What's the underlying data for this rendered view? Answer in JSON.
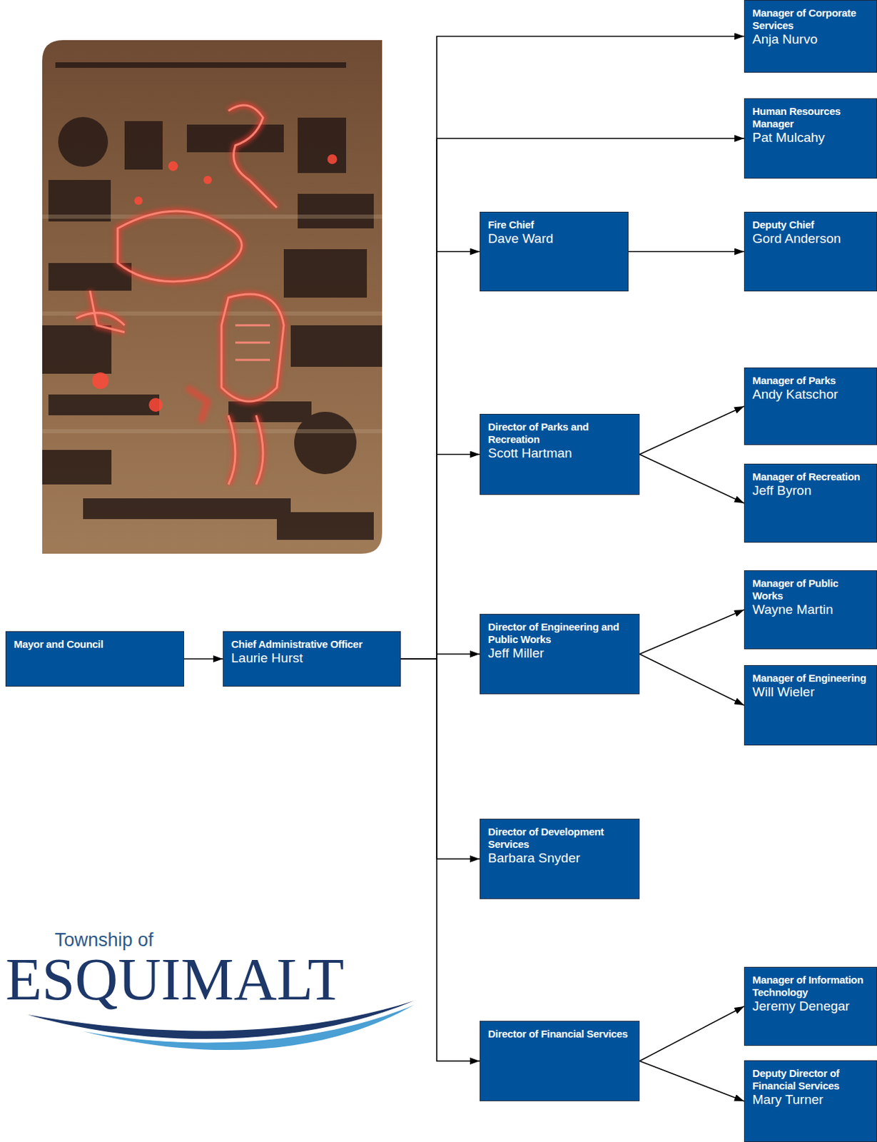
{
  "diagram": {
    "nodes": [
      {
        "text": [
          "Mayor and Council"
        ]
      },
      {
        "text": [
          "Chief Administrative Officer",
          "Laurie Hurst"
        ]
      },
      {
        "text": [
          "Manager of Corporate Services",
          "Anja Nurvo"
        ]
      },
      {
        "text": [
          "Human Resources Manager",
          "Pat Mulcahy"
        ]
      },
      {
        "text": [
          "Fire Chief",
          "Dave Ward"
        ]
      },
      {
        "text": [
          "Deputy Chief",
          "Gord Anderson"
        ]
      },
      {
        "text": [
          "Director of Parks and Recreation",
          "Scott Hartman"
        ]
      },
      {
        "text": [
          "Manager of Parks",
          "Andy Katschor"
        ]
      },
      {
        "text": [
          "Manager of Recreation",
          "Jeff Byron"
        ]
      },
      {
        "text": [
          "Director of Engineering and Public Works",
          "Jeff Miller"
        ]
      },
      {
        "text": [
          "Manager of Public Works",
          "Wayne Martin"
        ]
      },
      {
        "text": [
          "Manager of Engineering",
          "Will Wieler"
        ]
      },
      {
        "text": [
          "Director of Development Services",
          "Barbara Snyder"
        ]
      },
      {
        "text": [
          "Director of Financial Services"
        ]
      },
      {
        "text": [
          "Manager of Information Technology",
          "Jeremy Denegar"
        ]
      },
      {
        "text": [
          "Deputy Director of Financial Services",
          "Mary Turner"
        ]
      }
    ],
    "edges": [
      {
        "from": 0,
        "to": 1,
        "arrow": "to"
      },
      {
        "from": 1,
        "to": 2,
        "arrow": "to"
      },
      {
        "from": 1,
        "to": 3,
        "arrow": "to"
      },
      {
        "from": 1,
        "to": 4,
        "arrow": "to"
      },
      {
        "from": 4,
        "to": 5,
        "arrow": "to"
      },
      {
        "from": 1,
        "to": 6,
        "arrow": "to"
      },
      {
        "from": 6,
        "to": 7,
        "arrow": "to"
      },
      {
        "from": 6,
        "to": 8,
        "arrow": "to"
      },
      {
        "from": 1,
        "to": 9,
        "arrow": "to"
      },
      {
        "from": 9,
        "to": 10,
        "arrow": "to"
      },
      {
        "from": 9,
        "to": 11,
        "arrow": "to"
      },
      {
        "from": 1,
        "to": 12,
        "arrow": "to"
      },
      {
        "from": 1,
        "to": 13,
        "arrow": "to"
      },
      {
        "from": 13,
        "to": 14,
        "arrow": "to"
      },
      {
        "from": 13,
        "to": 15,
        "arrow": "to"
      }
    ],
    "labels": [
      "Township of",
      "ESQUIMALT"
    ]
  }
}
